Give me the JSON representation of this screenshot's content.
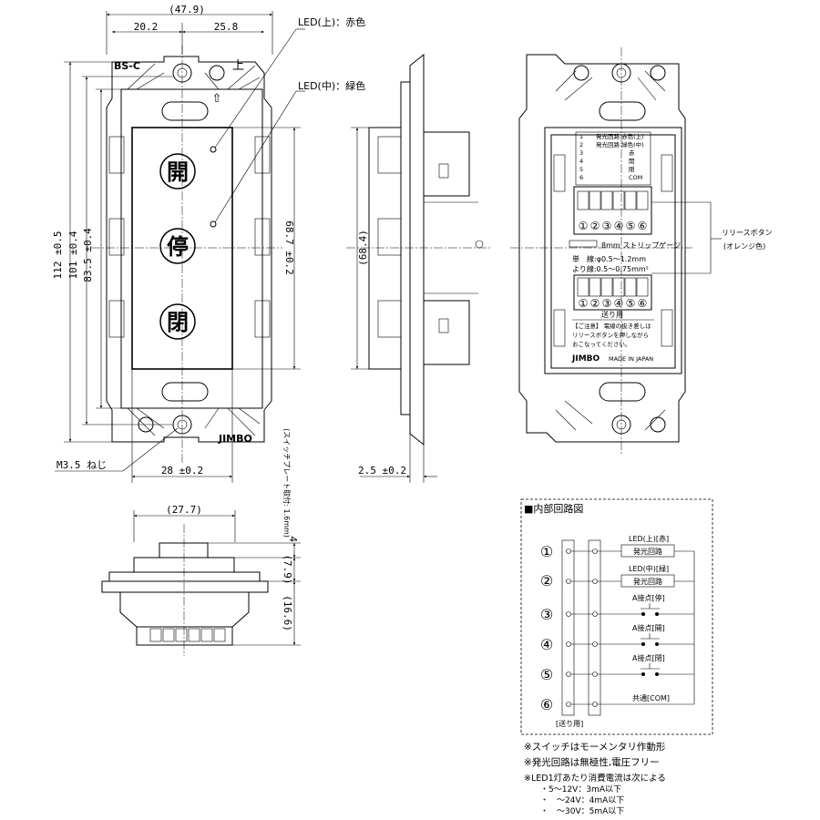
{
  "front": {
    "overall_width": "(47.9)",
    "left_offset": "20.2",
    "right_offset": "25.8",
    "model_mark": "BS-C",
    "top_mark": "上",
    "up_arrow": "⇧",
    "led_top": "LED(上)：赤色",
    "led_mid": "LED(中)：緑色",
    "button_top": "開",
    "button_mid": "停",
    "button_bottom": "閉",
    "dim_112": "112 ±0.5",
    "dim_101": "101 ±0.4",
    "dim_83": "83.5 ±0.4",
    "dim_68": "68.7 ±0.2",
    "screw": "M3.5 ねじ",
    "width_28": "28 ±0.2",
    "brand": "JIMBO"
  },
  "side": {
    "dim_68": "(68.4)",
    "dim_2_5": "2.5 ±0.2",
    "dim_plate": "(スイッチプレート取付: 1.6mm)"
  },
  "bottom": {
    "width": "(27.7)",
    "dim_4": "4",
    "dim_7_9": "(7.9)",
    "dim_16_6": "(16.6)"
  },
  "back": {
    "table_rows": [
      "発光回路 赤色(上)",
      "発光回路 緑色(中)",
      "赤",
      "開",
      "閉",
      "COM"
    ],
    "row_nums": [
      "1",
      "2",
      "3",
      "4",
      "5",
      "6"
    ],
    "terminals": [
      "①",
      "②",
      "③",
      "④",
      "⑤",
      "⑥"
    ],
    "strip": "8mm ストリップゲージ",
    "wire_single": "単　線:φ0.5〜1.2mm",
    "wire_stranded": "より線:0.5〜0.75mm²",
    "feed": "送り用",
    "caution_1": "【ご注意】 電線の抜き差しは",
    "caution_2": "リリースボタンを押しながら",
    "caution_3": "おこなってください。",
    "brand": "JIMBO",
    "made_in": "MADE IN JAPAN",
    "release_label_1": "リリースボタン",
    "release_label_2": "(オレンジ色)"
  },
  "circuit": {
    "title": "■内部回路図",
    "terminals": [
      "①",
      "②",
      "③",
      "④",
      "⑤",
      "⑥"
    ],
    "row1_label": "LED(上)[赤]",
    "row1_box": "発光回路",
    "row2_label": "LED(中)[緑]",
    "row2_box": "発光回路",
    "row3_label": "A接点[停]",
    "row4_label": "A接点[開]",
    "row5_label": "A接点[閉]",
    "row6_label": "共通[COM]",
    "feed": "[送り用]"
  },
  "notes": {
    "note1": "※スイッチはモーメンタリ作動形",
    "note2": "※発光回路は無極性,電圧フリー",
    "note3": "※LED1灯あたり消費電流は次による",
    "note4": "・5〜12V：3mA以下",
    "note5": "・　〜24V：4mA以下",
    "note6": "・　〜30V：5mA以下"
  }
}
